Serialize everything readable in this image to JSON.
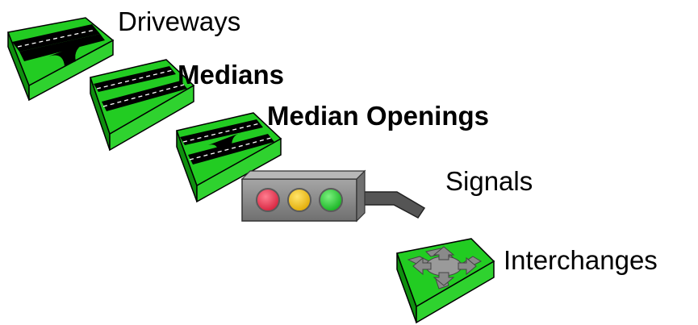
{
  "labels": {
    "driveways": "Driveways",
    "medians": "Medians",
    "median_openings": "Median Openings",
    "signals": "Signals",
    "interchanges": "Interchanges"
  },
  "items": [
    {
      "id": "driveways",
      "icon": "driveway-road-block-icon",
      "label_weight": "normal"
    },
    {
      "id": "medians",
      "icon": "median-road-block-icon",
      "label_weight": "bold"
    },
    {
      "id": "median_openings",
      "icon": "median-opening-road-block-icon",
      "label_weight": "bold"
    },
    {
      "id": "signals",
      "icon": "traffic-signal-icon",
      "label_weight": "normal"
    },
    {
      "id": "interchanges",
      "icon": "interchange-block-icon",
      "label_weight": "normal"
    }
  ],
  "colors": {
    "block_top": "#22cc22",
    "block_side_left": "#0f8f0f",
    "block_side_front": "#33d633",
    "road": "#000000",
    "lane_marking": "#ffffff",
    "signal_housing": "#8f8f8f",
    "signal_red": "#e8314a",
    "signal_yellow": "#f2c400",
    "signal_green": "#1fcf30",
    "interchange_arrows": "#8a8a8a"
  }
}
